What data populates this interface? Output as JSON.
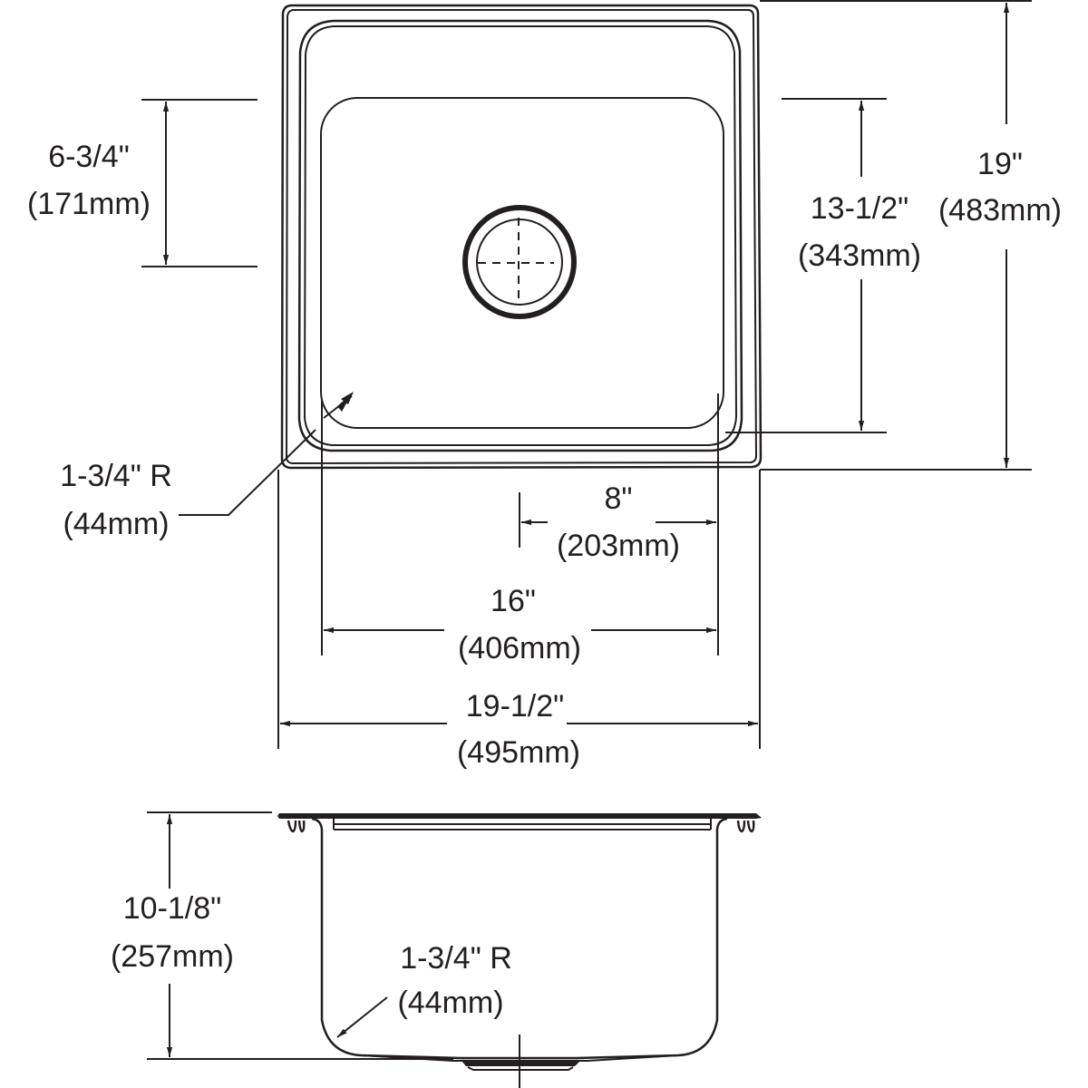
{
  "drawing": {
    "title": "Single bowl drop-in sink dimension drawing",
    "line_color": "#231f20",
    "background": "#ffffff"
  },
  "top_view": {
    "dimensions": {
      "drain_from_back": {
        "imperial": "6-3/4\"",
        "metric": "(171mm)"
      },
      "bowl_length": {
        "imperial": "13-1/2\"",
        "metric": "(343mm)"
      },
      "overall_length": {
        "imperial": "19\"",
        "metric": "(483mm)"
      },
      "corner_radius": {
        "imperial": "1-3/4\" R",
        "metric": "(44mm)"
      },
      "drain_centerline": {
        "imperial": "8\"",
        "metric": "(203mm)"
      },
      "bowl_width": {
        "imperial": "16\"",
        "metric": "(406mm)"
      },
      "overall_width": {
        "imperial": "19-1/2\"",
        "metric": "(495mm)"
      }
    }
  },
  "side_view": {
    "dimensions": {
      "bowl_depth": {
        "imperial": "10-1/8\"",
        "metric": "(257mm)"
      },
      "bottom_radius": {
        "imperial": "1-3/4\" R",
        "metric": "(44mm)"
      }
    }
  }
}
